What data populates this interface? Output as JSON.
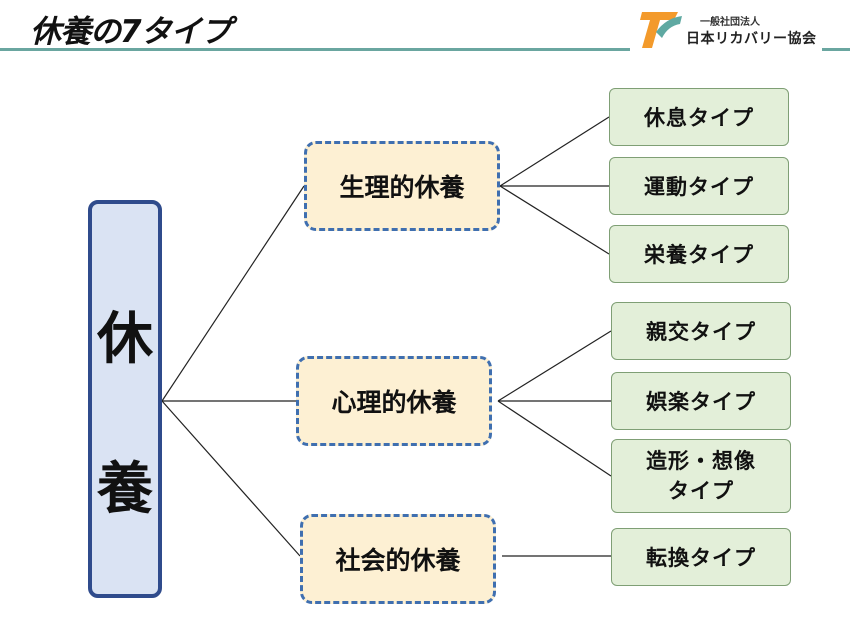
{
  "header": {
    "title": "休養の7タイプ",
    "logo_sub": "一般社団法人",
    "logo_name": "日本リカバリー協会"
  },
  "colors": {
    "accent_rule": "#6aa6a0",
    "root_fill": "#dae3f3",
    "root_border": "#2f4b8c",
    "category_fill": "#fdf0d3",
    "category_border": "#3f6fb0",
    "type_fill": "#e3efd9",
    "type_border": "#7f9f75",
    "logo_orange": "#f39a2b",
    "logo_teal": "#5fa9a2"
  },
  "diagram": {
    "root": {
      "char1": "休",
      "char2": "養"
    },
    "categories": [
      {
        "label": "生理的休養",
        "types": [
          "休息タイプ",
          "運動タイプ",
          "栄養タイプ"
        ]
      },
      {
        "label": "心理的休養",
        "types": [
          "親交タイプ",
          "娯楽タイプ",
          "造形・想像\nタイプ"
        ]
      },
      {
        "label": "社会的休養",
        "types": [
          "転換タイプ"
        ]
      }
    ],
    "type_line1_6": "造形・想像",
    "type_line2_6": "タイプ"
  }
}
